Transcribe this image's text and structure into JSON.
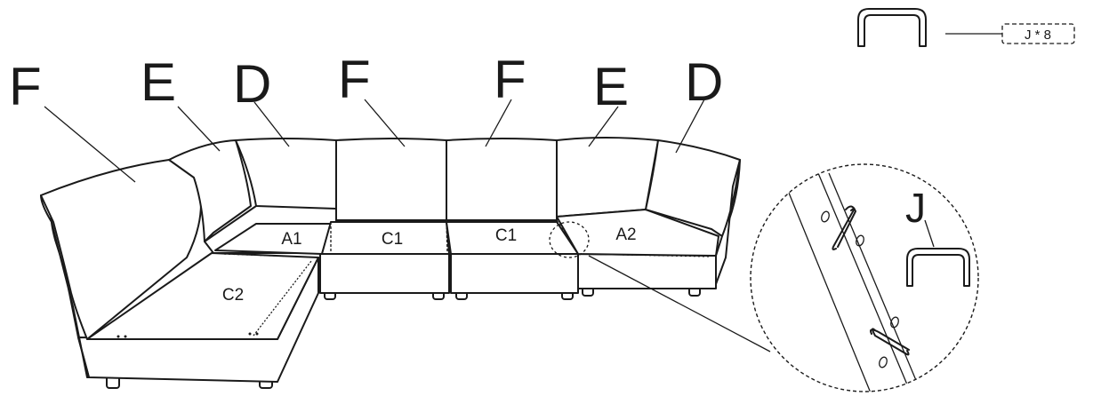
{
  "legend": {
    "part_label": "J * 8"
  },
  "module_labels": {
    "f1": "F",
    "e1": "E",
    "d1": "D",
    "f2": "F",
    "f3": "F",
    "e2": "E",
    "d2": "D"
  },
  "seat_labels": {
    "a1": "A1",
    "c1_left": "C1",
    "c1_right": "C1",
    "a2": "A2",
    "c2": "C2"
  },
  "detail": {
    "clip_label": "J"
  },
  "colors": {
    "line": "#1a1a1a",
    "background": "#ffffff"
  }
}
